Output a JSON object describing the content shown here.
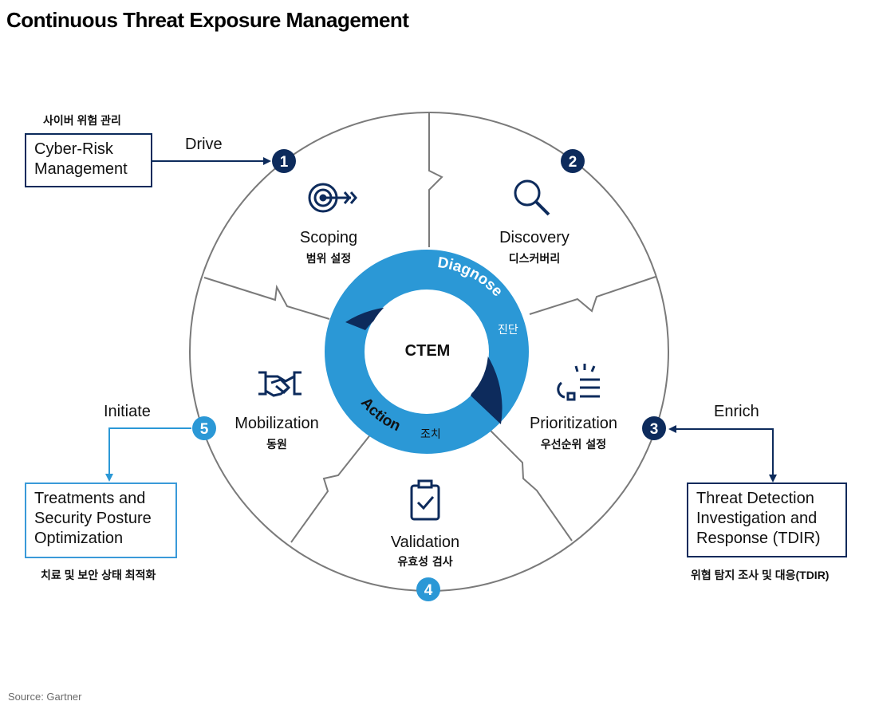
{
  "title": "Continuous Threat Exposure Management",
  "source": "Source: Gartner",
  "center": "CTEM",
  "ring": {
    "diagnose_label": "Diagnose",
    "diagnose_kr": "진단",
    "action_label": "Action",
    "action_kr": "조치",
    "colors": {
      "diagnose": "#0d2b5c",
      "action": "#2b98d6"
    }
  },
  "stages": [
    {
      "number": "1",
      "name": "Scoping",
      "kr": "범위 설정",
      "icon": "target-icon"
    },
    {
      "number": "2",
      "name": "Discovery",
      "kr": "디스커버리",
      "icon": "magnifier-icon"
    },
    {
      "number": "3",
      "name": "Prioritization",
      "kr": "우선순위 설정",
      "icon": "list-priority-icon"
    },
    {
      "number": "4",
      "name": "Validation",
      "kr": "유효성 검사",
      "icon": "clipboard-check-icon"
    },
    {
      "number": "5",
      "name": "Mobilization",
      "kr": "동원",
      "icon": "handshake-icon"
    }
  ],
  "external": {
    "cyber_risk": {
      "kr": "사이버 위험 관리",
      "label_line1": "Cyber-Risk",
      "label_line2": "Management",
      "edge": "Drive"
    },
    "tdir": {
      "kr": "위협 탐지 조사 및 대응(TDIR)",
      "label_line1": "Threat Detection",
      "label_line2": "Investigation and",
      "label_line3": "Response (TDIR)",
      "edge": "Enrich"
    },
    "treatments": {
      "kr": "치료 및 보안 상태 최적화",
      "label_line1": "Treatments and",
      "label_line2": "Security Posture",
      "label_line3": "Optimization",
      "edge": "Initiate"
    }
  }
}
